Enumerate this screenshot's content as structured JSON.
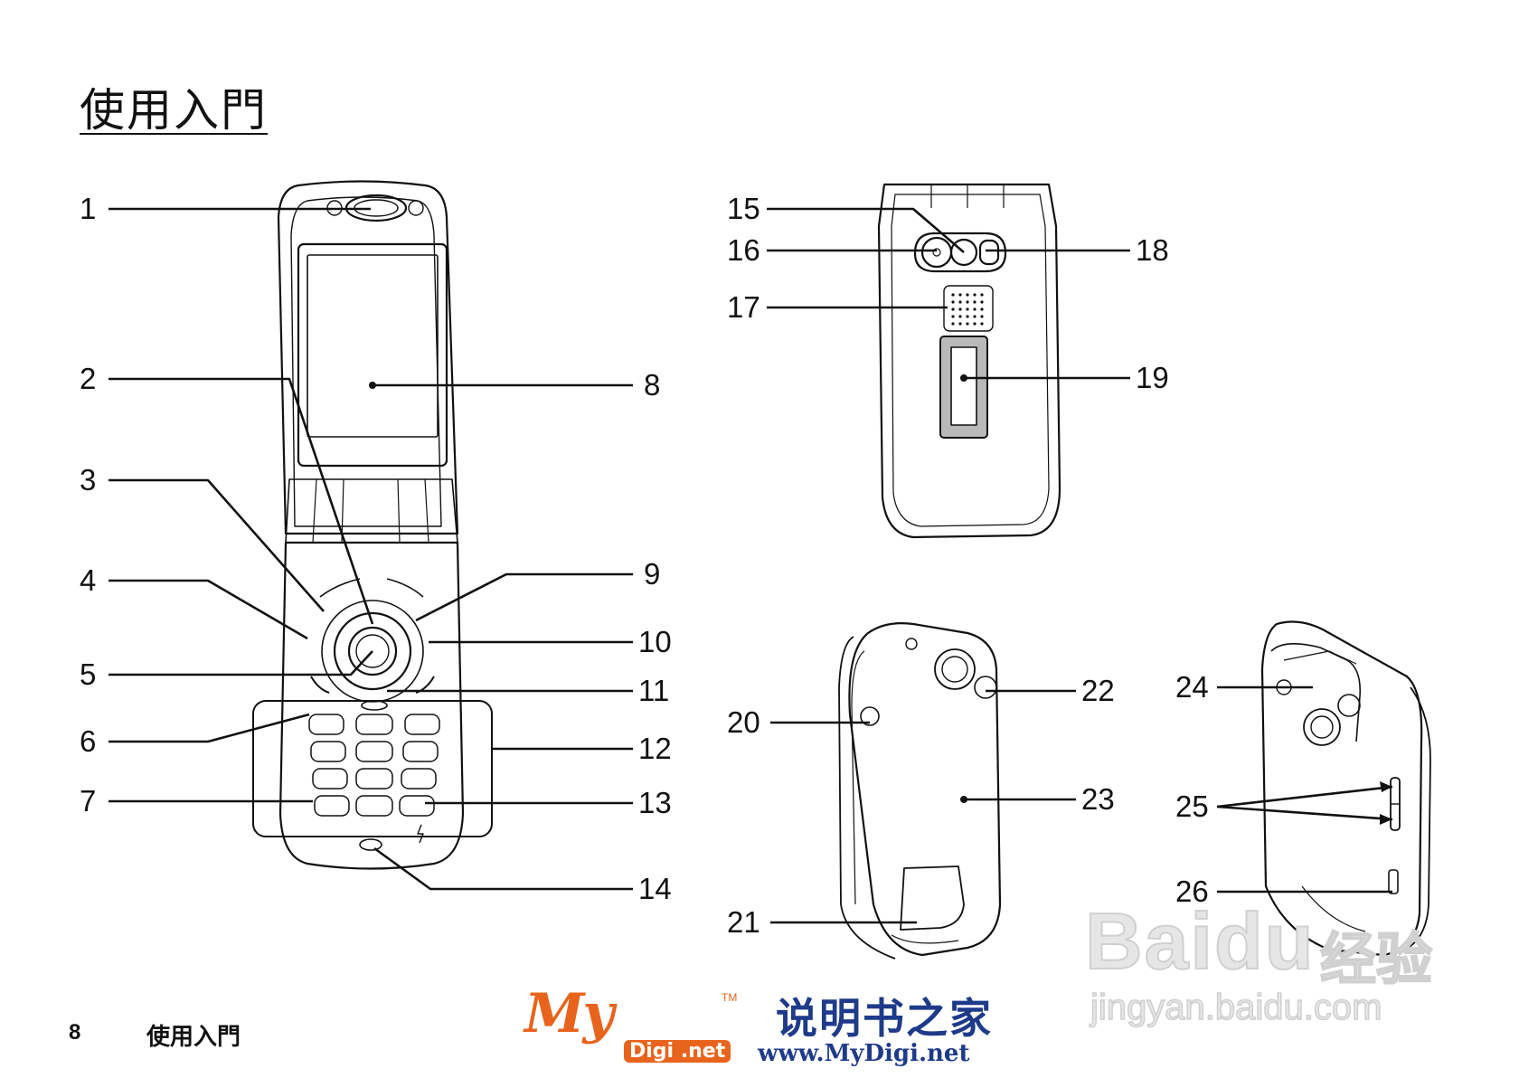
{
  "page": {
    "title": "使用入門",
    "page_number": "8",
    "section_name": "使用入門"
  },
  "callouts": [
    "1",
    "2",
    "3",
    "4",
    "5",
    "6",
    "7",
    "8",
    "9",
    "10",
    "11",
    "12",
    "13",
    "14",
    "15",
    "16",
    "17",
    "18",
    "19",
    "20",
    "21",
    "22",
    "23",
    "24",
    "25",
    "26"
  ],
  "watermarks": {
    "mydigi_logo": "My",
    "mydigi_tm": "TM",
    "mydigi_domain": "Digi .net",
    "brand": "说明书之家",
    "url": "www.MyDigi.net",
    "baidu_logo": "Baidu",
    "baidu_cn": "经验",
    "baidu_url": "jingyan.baidu.com"
  },
  "colors": {
    "line": "#111111",
    "mydigi_orange": "#e8641c",
    "mydigi_blue": "#1e3a8a",
    "watermark_grey": "#d0d0d0"
  }
}
